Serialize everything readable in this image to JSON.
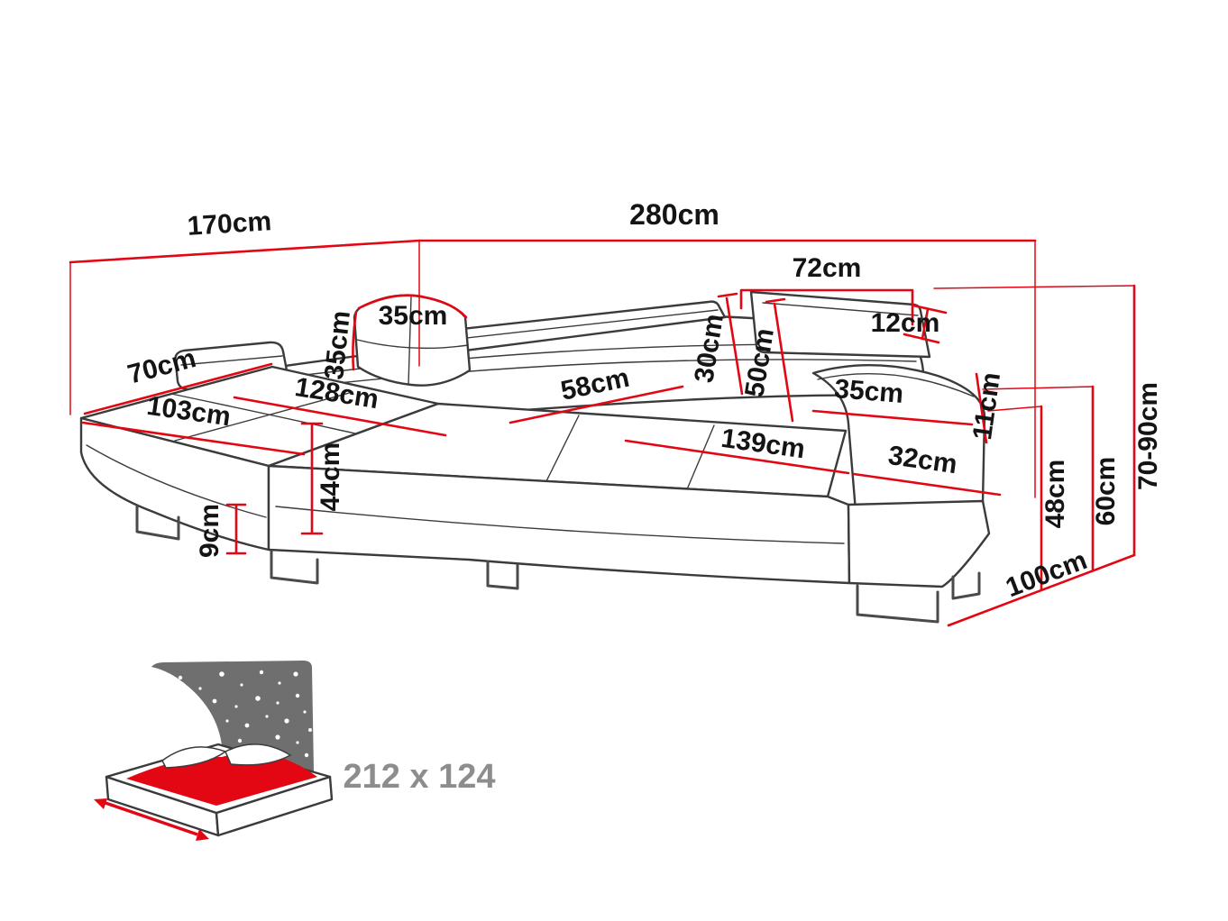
{
  "meta": {
    "title": "Corner sofa-bed dimension diagram"
  },
  "colors": {
    "background": "#ffffff",
    "dimension_red": "#e30613",
    "outline_gray": "#3b3b3b",
    "label_black": "#141414",
    "night_gray": "#6f6f6f",
    "bed_text_gray": "#8d8d8d"
  },
  "dimensions": {
    "back_depth_left": "170cm",
    "total_width": "280cm",
    "headrest_width": "72cm",
    "headrest_thickness": "12cm",
    "pillow_width": "35cm",
    "pillow_height": "35cm",
    "headrest_height": "30cm",
    "backrest_height": "50cm",
    "chaise_back_width": "70cm",
    "chaise_front_width": "103cm",
    "chaise_length": "128cm",
    "seat_depth": "58cm",
    "armrest_top_length": "35cm",
    "armrest_thickness": "11cm",
    "seat_width": "139cm",
    "armrest_width": "32cm",
    "seat_front_height": "44cm",
    "leg_height": "9cm",
    "seat_height": "48cm",
    "armrest_height": "60cm",
    "total_height": "70-90cm",
    "total_depth": "100cm"
  },
  "sleeping_area": {
    "size_label": "212 x 124"
  }
}
